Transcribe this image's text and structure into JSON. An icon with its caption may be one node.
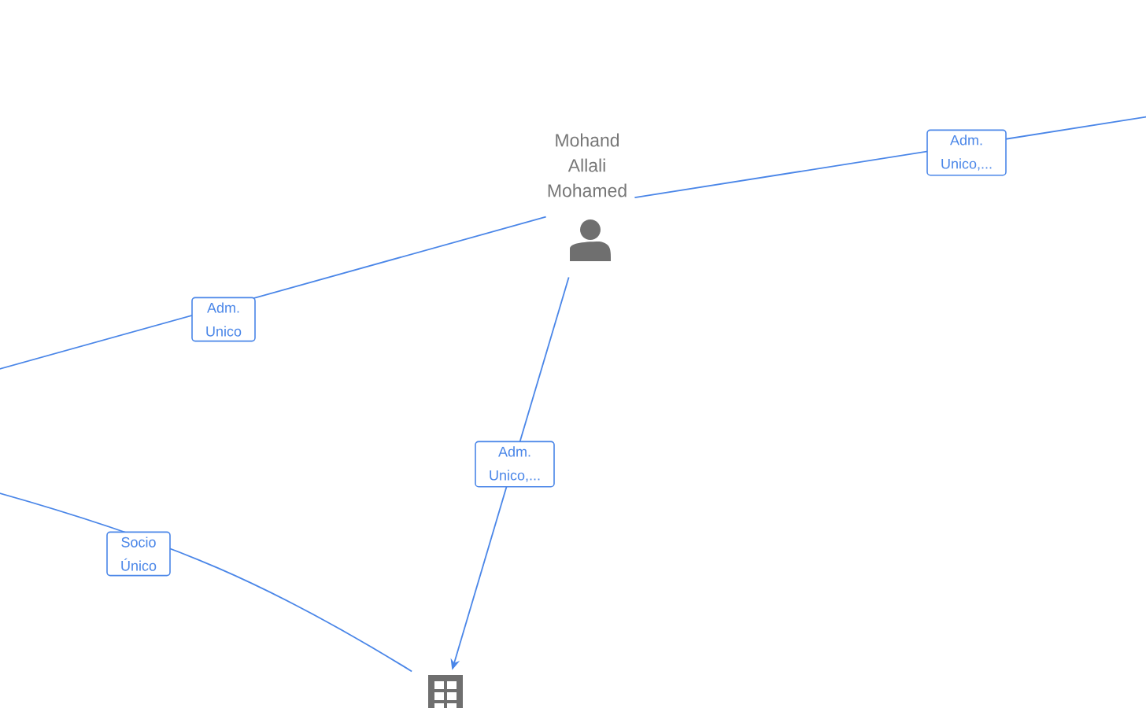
{
  "diagram": {
    "nodes": [
      {
        "text": [
          "Mohand Allali Mohamed"
        ]
      },
      {
        "text": [],
        "shape": "building"
      }
    ],
    "edges": [
      {
        "from": null,
        "to": 0,
        "arrow": "none",
        "label": "Adm. Unico"
      },
      {
        "from": 0,
        "to": null,
        "arrow": "none",
        "label": "Adm. Unico,..."
      },
      {
        "from": 0,
        "to": 1,
        "arrow": "to",
        "label": "Adm. Unico,..."
      },
      {
        "from": null,
        "to": 1,
        "arrow": "none",
        "label": "Socio Único"
      }
    ]
  }
}
